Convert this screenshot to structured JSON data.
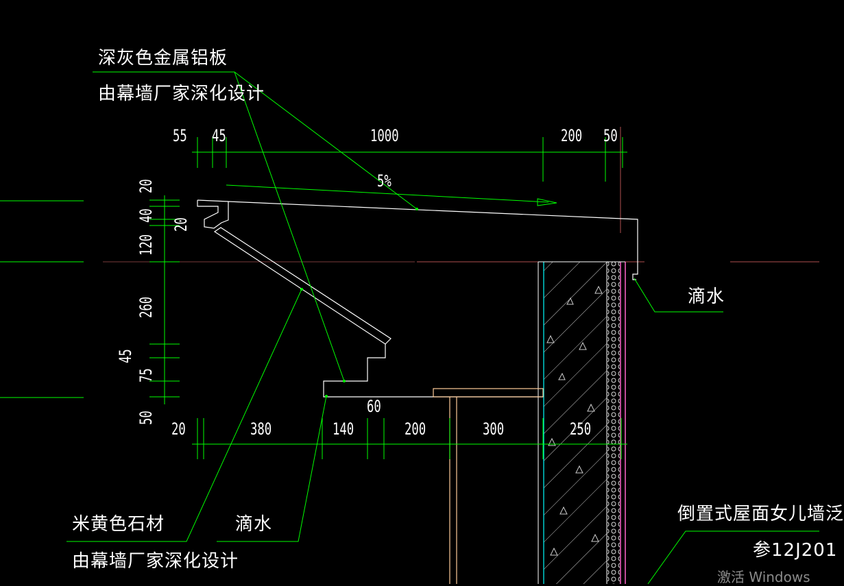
{
  "annotations": {
    "metal_panel": "深灰色金属铝板",
    "metal_panel_note": "由幕墙厂家深化设计",
    "drip_right": "滴水",
    "stone": "米黄色石材",
    "stone_note": "由幕墙厂家深化设计",
    "drip_bottom": "滴水",
    "roof_ref": "倒置式屋面女儿墙泛",
    "roof_ref_code": "参12J201"
  },
  "slope": "5%",
  "dims_top": [
    "55",
    "45",
    "1000",
    "200",
    "50"
  ],
  "dims_bottom": [
    "20",
    "380",
    "140",
    "200",
    "300",
    "250"
  ],
  "dim_60": "60",
  "dims_left": [
    "20",
    "40",
    "20",
    "120",
    "260",
    "45",
    "75",
    "50"
  ],
  "watermark": "激活 Windows",
  "colors": {
    "background": "#000000",
    "leader": "#00ff00",
    "outline": "#ffffff",
    "concrete": "#cccccc",
    "wall_face": "#ff66cc",
    "slab": "#ffcc99",
    "wall_edge": "#00ffff",
    "axis": "#ff7777"
  }
}
